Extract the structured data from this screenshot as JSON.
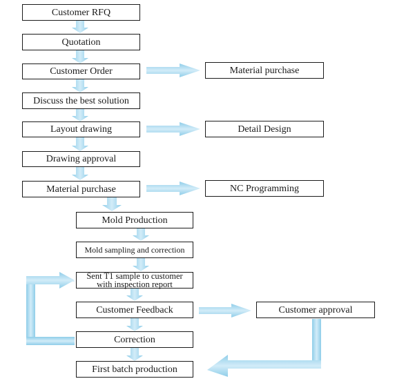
{
  "colors": {
    "arrow_fill": "#a8d8ee",
    "arrow_edge": "#7cc0e0",
    "box_border": "#1a1a1a"
  },
  "steps": {
    "customer_rfq": "Customer RFQ",
    "quotation": "Quotation",
    "customer_order": "Customer Order",
    "material_purchase_side": "Material purchase",
    "discuss_solution": "Discuss the best solution",
    "layout_drawing": "Layout drawing",
    "detail_design": "Detail Design",
    "drawing_approval": "Drawing approval",
    "material_purchase": "Material purchase",
    "nc_programming": "NC Programming",
    "mold_production": "Mold Production",
    "mold_sampling": "Mold sampling and correction",
    "sent_t1_line1": "Sent T1 sample to customer",
    "sent_t1_line2": "with inspection report",
    "customer_feedback": "Customer Feedback",
    "customer_approval": "Customer approval",
    "correction": "Correction",
    "first_batch": "First batch production"
  }
}
